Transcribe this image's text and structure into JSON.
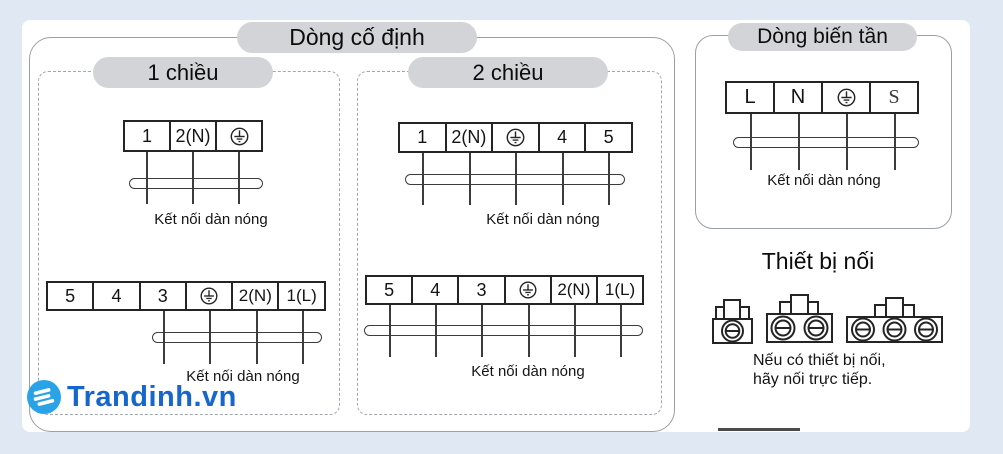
{
  "colors": {
    "page_background": "#dfe8f3",
    "panel_background": "#ffffff",
    "pill_gray": "#d2d4d7",
    "border_gray": "#9aa0a6",
    "diagram_line": "#3c3c3c",
    "logo_blue": "#1567cd",
    "logo_icon_blue": "#2aa3e6"
  },
  "sections": {
    "fixed": {
      "label": "Dòng cố định",
      "one_way": {
        "label": "1 chiều",
        "top_block": {
          "cells": [
            {
              "label": "1"
            },
            {
              "label": "2(N)"
            },
            {
              "icon": "ground"
            }
          ],
          "caption": "Kết nối dàn nóng"
        },
        "bottom_block": {
          "cells": [
            {
              "label": "5"
            },
            {
              "label": "4"
            },
            {
              "label": "3"
            },
            {
              "icon": "ground"
            },
            {
              "label": "2(N)"
            },
            {
              "label": "1(L)"
            }
          ],
          "caption": "Kết nối dàn nóng"
        }
      },
      "two_way": {
        "label": "2 chiều",
        "top_block": {
          "cells": [
            {
              "label": "1"
            },
            {
              "label": "2(N)"
            },
            {
              "icon": "ground"
            },
            {
              "label": "4"
            },
            {
              "label": "5"
            }
          ],
          "caption": "Kết nối dàn nóng"
        },
        "bottom_block": {
          "cells": [
            {
              "label": "5"
            },
            {
              "label": "4"
            },
            {
              "label": "3"
            },
            {
              "icon": "ground"
            },
            {
              "label": "2(N)"
            },
            {
              "label": "1(L)"
            }
          ],
          "caption": "Kết nối dàn nóng"
        }
      }
    },
    "inverter": {
      "label": "Dòng biến tần",
      "block": {
        "cells": [
          {
            "label": "L"
          },
          {
            "label": "N"
          },
          {
            "icon": "ground"
          },
          {
            "label": "S"
          }
        ],
        "caption": "Kết nối dàn nóng"
      }
    },
    "connectors": {
      "title": "Thiết bị nối",
      "devices": [
        {
          "icon": "terminal-connector-1",
          "terminals": 1
        },
        {
          "icon": "terminal-connector-2",
          "terminals": 2
        },
        {
          "icon": "terminal-connector-3",
          "terminals": 3
        }
      ],
      "note": [
        "Nếu có thiết bị nối,",
        "hãy nối trực tiếp."
      ]
    },
    "logo": {
      "text": "Trandinh.vn"
    }
  }
}
